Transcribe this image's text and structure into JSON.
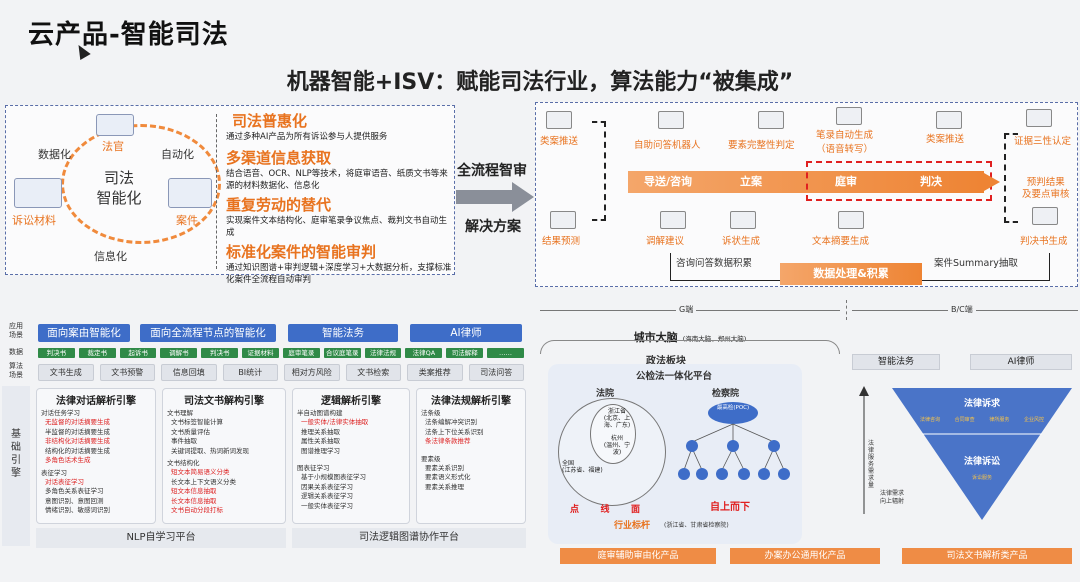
{
  "slide": {
    "title": "云产品-智能司法",
    "headline": "机器智能+ISV：赋能司法行业，算法能力“被集成”"
  },
  "left_panel": {
    "center": "司法\n智能化",
    "nodes": {
      "judge": "法官",
      "litigation_material": "诉讼材料",
      "case": "案件",
      "digital": "数据化",
      "auto": "自动化",
      "info": "信息化"
    },
    "features": [
      {
        "title": "司法普惠化",
        "desc": "通过多种AI产品为所有诉讼参与人提供服务"
      },
      {
        "title": "多渠道信息获取",
        "desc": "结合语音、OCR、NLP等技术，将庭审语音、纸质文书等来源的材料数据化、信息化"
      },
      {
        "title": "重复劳动的替代",
        "desc": "实现案件文本结构化、庭审笔录争议焦点、裁判文书自动生成"
      },
      {
        "title": "标准化案件的智能审判",
        "desc": "通过知识图谱+审判逻辑+深度学习+大数据分析，支撑标准化案件全流程自动审判"
      }
    ]
  },
  "middle": {
    "top": "全流程智审",
    "bottom": "解决方案"
  },
  "right_panel": {
    "top_labels": [
      "类案推送",
      "自助问答机器人",
      "要素完整性判定",
      "笔录自动生成\n（语音转写）",
      "类案推送",
      "证据三性认定"
    ],
    "flow": [
      "导送/咨询",
      "立案",
      "庭审",
      "判决"
    ],
    "bottom_labels": [
      "结果预测",
      "调解建议",
      "诉状生成",
      "文本摘要生成",
      "判决书生成"
    ],
    "right_side": "预判结果\n及要点审核",
    "data_box": "数据处理&积累",
    "left_note": "咨询问答数据积累",
    "right_note": "案件Summary抽取"
  },
  "bottom_left": {
    "row_labels": [
      "应用\n场景",
      "数据",
      "算法\n场景",
      "基\n础\n引\n擎"
    ],
    "scenario_buttons": [
      "面向案由智能化",
      "面向全流程节点的智能化",
      "智能法务",
      "AI律师"
    ],
    "data_tags": [
      "判决书",
      "裁定书",
      "起诉书",
      "调解书",
      "判决书",
      "证据材料",
      "庭审笔录",
      "合议庭笔录",
      "法律法规",
      "法律QA",
      "司法解释",
      "……"
    ],
    "algo_tags": [
      "文书生成",
      "文书预警",
      "信息回填",
      "BI统计",
      "相对方风险",
      "文书检索",
      "类案推荐",
      "司法问答"
    ],
    "engines": [
      {
        "title": "法律对话解析引擎",
        "sections": [
          {
            "sub": "对话任务学习",
            "items": [
              "无监督的对话摘要生成",
              "半监督的对话摘要生成",
              "非结构化对话摘要生成",
              "结构化的对话摘要生成",
              "多角色话术生成"
            ]
          },
          {
            "sub": "表征学习",
            "items": [
              "对话表征学习",
              "多角色关系表征学习",
              "意图识别、意图回测",
              "情绪识别、敏感词识别"
            ]
          }
        ]
      },
      {
        "title": "司法文书解构引擎",
        "sections": [
          {
            "sub": "文书理解",
            "items": [
              "文书标签智能计算",
              "文书质量评估",
              "事件抽取",
              "关键词提取、热词新词发现"
            ]
          },
          {
            "sub": "文书结构化",
            "items": [
              "短文本简易语义分类",
              "长文本上下文语义分类",
              "短文本信息抽取",
              "长文本信息抽取",
              "文书自动分段打标"
            ]
          }
        ]
      },
      {
        "title": "逻辑解析引擎",
        "sections": [
          {
            "sub": "半自动图谱构建",
            "items": [
              "一般实体/法律实体抽取",
              "推理关系抽取",
              "属性关系抽取",
              "图谱推理学习"
            ]
          },
          {
            "sub": "图表征学习",
            "items": [
              "基于小规模图表征学习",
              "因果关系表征学习",
              "逻辑关系表征学习",
              "一般实体表征学习"
            ]
          }
        ]
      },
      {
        "title": "法律法规解析引擎",
        "sections": [
          {
            "sub": "法条级",
            "items": [
              "法条编解冲突识别",
              "法条上下位关系识别",
              "条法律条款推荐"
            ]
          },
          {
            "sub": "要素级",
            "items": [
              "要素关系识别",
              "要素语义形式化",
              "要素关系推理"
            ]
          }
        ]
      }
    ],
    "platforms": [
      "NLP自学习平台",
      "司法逻辑图谱协作平台"
    ]
  },
  "bottom_right": {
    "g_end": "G端",
    "bc_end": "B/C端",
    "city_brain": "城市大脑",
    "city_brain_sub": "(海南大脑、郑州大脑)",
    "politics": "政法板块",
    "platform": "公检法一体化平台",
    "court": "法院",
    "procuratorate": "检察院",
    "court_inner": [
      "浙江省",
      "(北京、上海、广东)",
      "杭州",
      "(温州、宁波)",
      "全国",
      "(江苏省、福建)"
    ],
    "proc_center": "最高检",
    "proc_center_sub": "(POC)",
    "top_down": "自上而下",
    "dot_line": [
      "点",
      "线",
      "面"
    ],
    "benchmark": "行业标杆",
    "benchmark_sub": "(浙江省、甘肃省检察院)",
    "bc_buttons": [
      "智能法务",
      "AI律师"
    ],
    "tri_top": "法律诉求",
    "tri_top_items": [
      "法律咨询",
      "合同审查",
      "律所服务",
      "企业风控"
    ],
    "tri_mid": "法律诉讼",
    "tri_mid_items": [
      "诉讼服务"
    ],
    "y_axis": "法律服务需求量",
    "y_bottom": "法律需求\n向上辐射",
    "bottom_bars": [
      "庭审辅助审由化产品",
      "办案办公通用化产品",
      "司法文书解析类产品"
    ]
  },
  "colors": {
    "orange": "#ee8434",
    "blue": "#3e6dc8",
    "green": "#2f8a47",
    "red_dash": "#e02020"
  }
}
